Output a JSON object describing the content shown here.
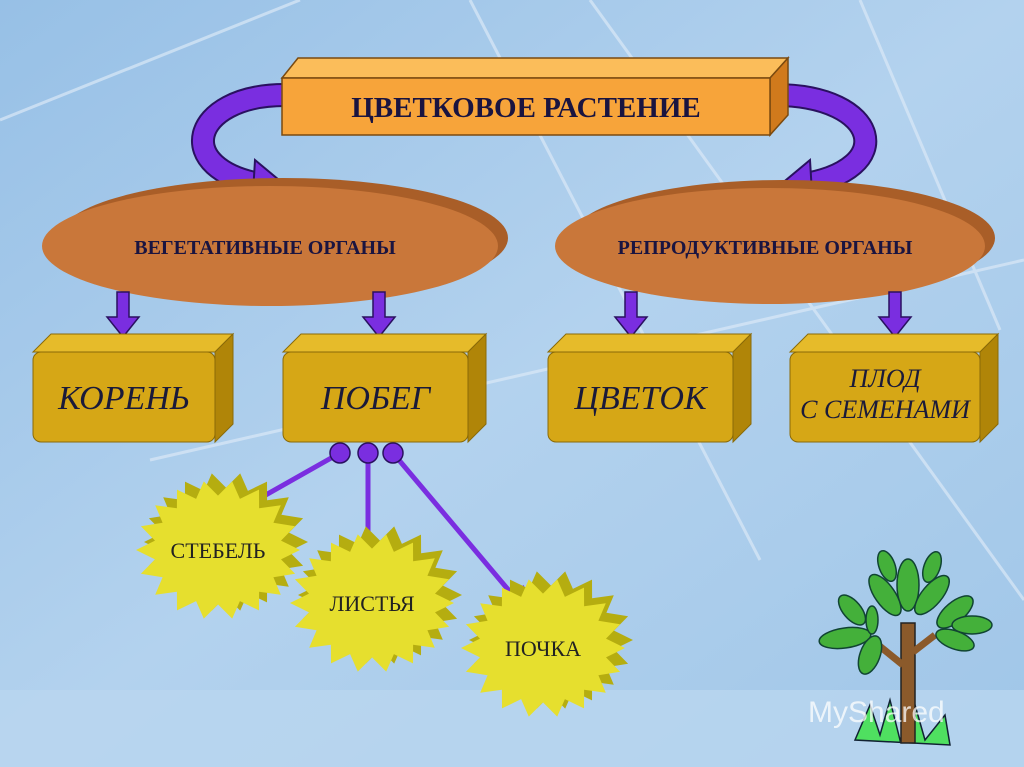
{
  "title": "ЦВЕТКОВОЕ РАСТЕНИЕ",
  "groups": [
    {
      "label": "ВЕГЕТАТИВНЫЕ ОРГАНЫ",
      "children": [
        "КОРЕНЬ",
        "ПОБЕГ"
      ]
    },
    {
      "label": "РЕПРОДУКТИВНЫЕ ОРГАНЫ",
      "children": [
        "ЦВЕТОК",
        "ПЛОД С СЕМЕНАМИ"
      ]
    }
  ],
  "organs": {
    "root": "КОРЕНЬ",
    "shoot": "ПОБЕГ",
    "flower": "ЦВЕТОК",
    "fruit_line1": "ПЛОД",
    "fruit_line2": "С СЕМЕНАМИ"
  },
  "shoot_parts": [
    "СТЕБЕЛЬ",
    "ЛИСТЬЯ",
    "ПОЧКА"
  ],
  "watermark": "MyShared",
  "colors": {
    "title_box": "#f7a43a",
    "ellipse": "#c9773a",
    "organ_box": "#d6a716",
    "star": "#e6df2e",
    "arrow": "#6a22d8",
    "background": "#a9cbea"
  }
}
